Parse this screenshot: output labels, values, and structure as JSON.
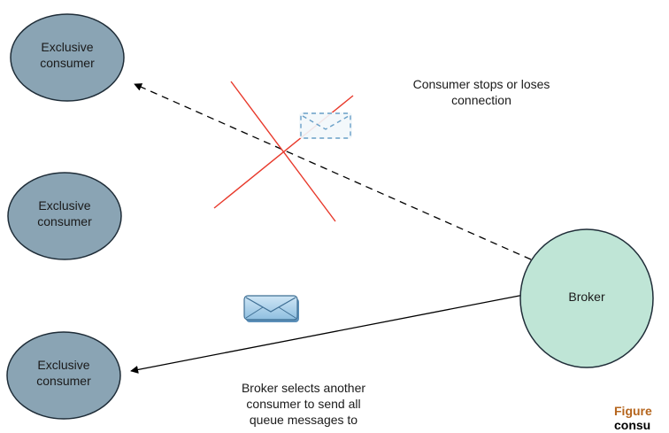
{
  "nodes": {
    "consumer_top": "Exclusive\nconsumer",
    "consumer_middle": "Exclusive\nconsumer",
    "consumer_bottom": "Exclusive\nconsumer",
    "broker": "Broker"
  },
  "annotations": {
    "disconnect": "Consumer stops or loses\nconnection",
    "reselect": "Broker selects another\nconsumer to send all\nqueue messages to"
  },
  "caption": {
    "label": "Figure",
    "line2": "consu"
  },
  "icons": {
    "lost_message": "envelope-icon",
    "delivered_message": "envelope-icon",
    "failure_mark": "cross-mark-icon"
  },
  "colors": {
    "consumer_fill": "#8aa4b4",
    "broker_fill": "#bfe5d6",
    "failure_cross": "#e8392b",
    "envelope_fill": "#a9cde6",
    "caption_accent": "#b5651d"
  }
}
